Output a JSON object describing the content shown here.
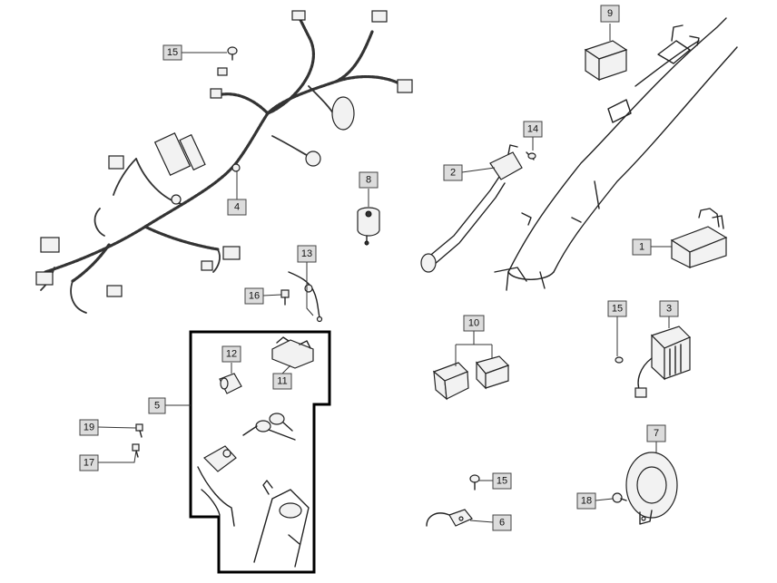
{
  "callouts": [
    {
      "id": "c1",
      "label": "1"
    },
    {
      "id": "c2",
      "label": "2"
    },
    {
      "id": "c3",
      "label": "3"
    },
    {
      "id": "c4",
      "label": "4"
    },
    {
      "id": "c5",
      "label": "5"
    },
    {
      "id": "c6",
      "label": "6"
    },
    {
      "id": "c7",
      "label": "7"
    },
    {
      "id": "c8",
      "label": "8"
    },
    {
      "id": "c9",
      "label": "9"
    },
    {
      "id": "c10",
      "label": "10"
    },
    {
      "id": "c11",
      "label": "11"
    },
    {
      "id": "c12",
      "label": "12"
    },
    {
      "id": "c13",
      "label": "13"
    },
    {
      "id": "c14",
      "label": "14"
    },
    {
      "id": "c15a",
      "label": "15"
    },
    {
      "id": "c15b",
      "label": "15"
    },
    {
      "id": "c15c",
      "label": "15"
    },
    {
      "id": "c16",
      "label": "16"
    },
    {
      "id": "c17",
      "label": "17"
    },
    {
      "id": "c18",
      "label": "18"
    },
    {
      "id": "c19",
      "label": "19"
    }
  ]
}
